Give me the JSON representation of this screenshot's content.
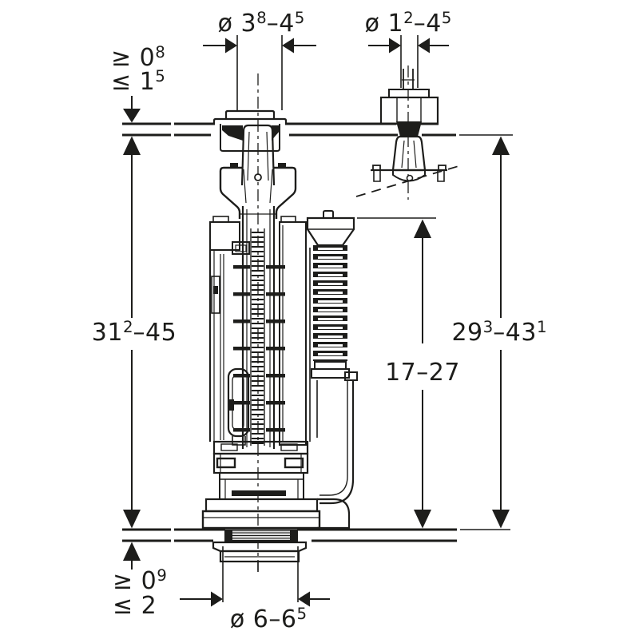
{
  "colors": {
    "line": "#1d1d1b",
    "background": "#ffffff"
  },
  "dimensions": {
    "top_left_diameter": {
      "segments": [
        {
          "t": "ø 3"
        },
        {
          "t": "8",
          "sup": true
        },
        {
          "t": "–4"
        },
        {
          "t": "5",
          "sup": true
        }
      ]
    },
    "top_right_diameter": {
      "segments": [
        {
          "t": "ø 1"
        },
        {
          "t": "2",
          "sup": true
        },
        {
          "t": "–4"
        },
        {
          "t": "5",
          "sup": true
        }
      ]
    },
    "lid_thickness_min": {
      "segments": [
        {
          "t": "≥ 0"
        },
        {
          "t": "8",
          "sup": true
        }
      ]
    },
    "lid_thickness_max": {
      "segments": [
        {
          "t": "≤ 1"
        },
        {
          "t": "5",
          "sup": true
        }
      ]
    },
    "left_height": {
      "segments": [
        {
          "t": "31"
        },
        {
          "t": "2",
          "sup": true
        },
        {
          "t": "–45"
        }
      ]
    },
    "right_height": {
      "segments": [
        {
          "t": "29"
        },
        {
          "t": "3",
          "sup": true
        },
        {
          "t": "–43"
        },
        {
          "t": "1",
          "sup": true
        }
      ]
    },
    "overflow_height": {
      "segments": [
        {
          "t": "17–27"
        }
      ]
    },
    "base_thickness_min": {
      "segments": [
        {
          "t": "≥ 0"
        },
        {
          "t": "9",
          "sup": true
        }
      ]
    },
    "base_thickness_max": {
      "segments": [
        {
          "t": "≤ 2"
        }
      ]
    },
    "outlet_diameter": {
      "segments": [
        {
          "t": "ø 6–6"
        },
        {
          "t": "5",
          "sup": true
        }
      ]
    }
  }
}
